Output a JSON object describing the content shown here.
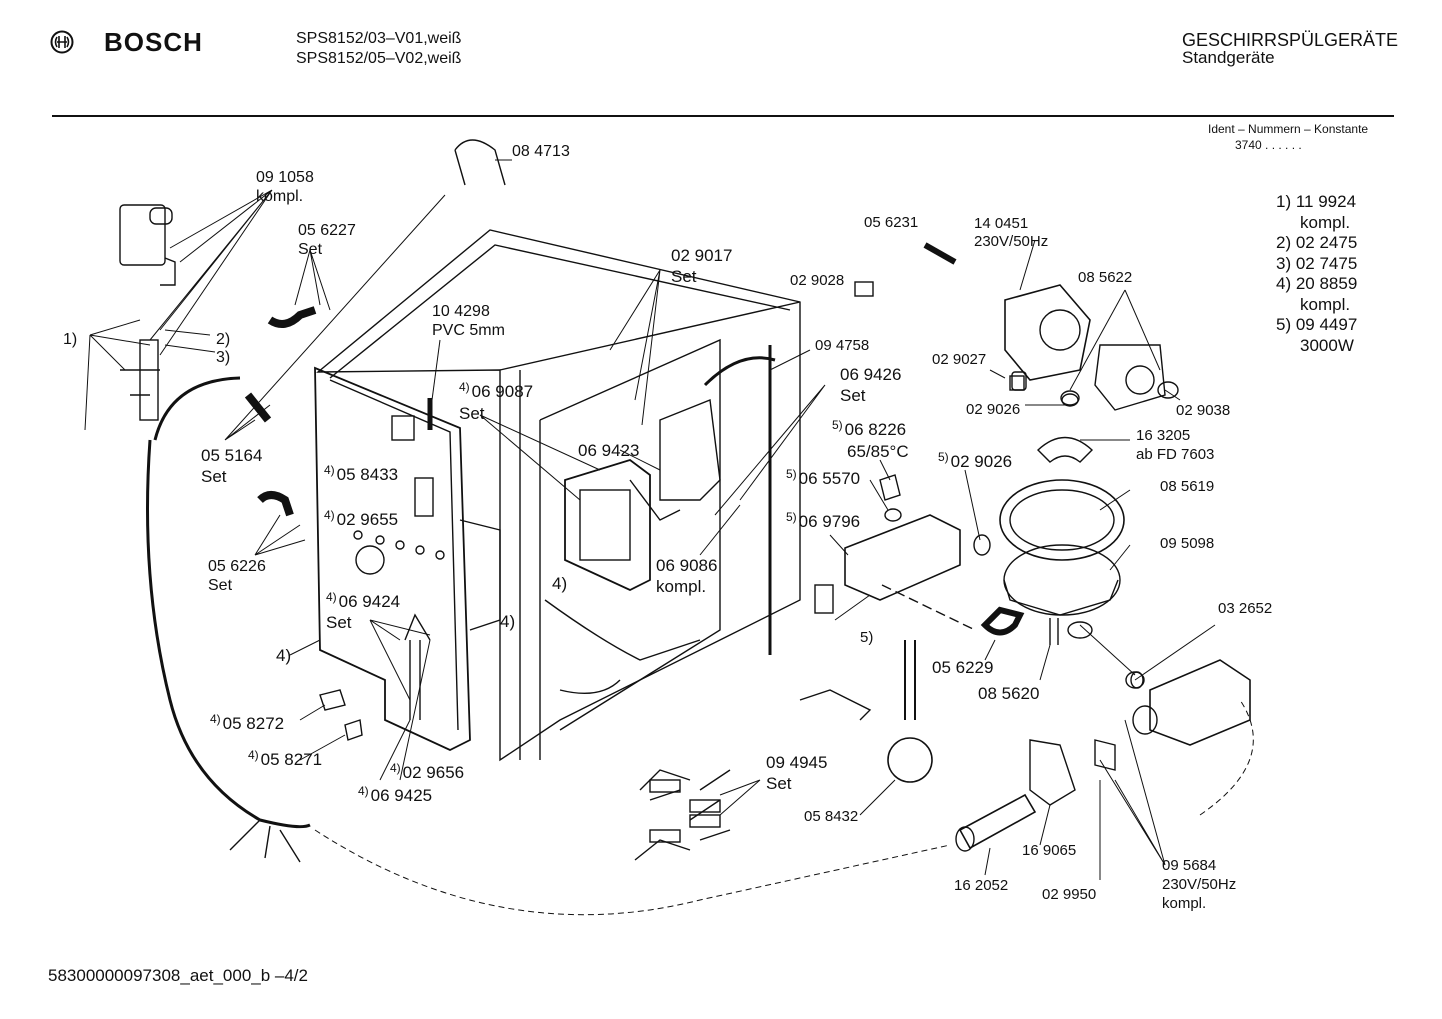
{
  "header": {
    "brand": "BOSCH",
    "models": [
      "SPS8152/03–V01,weiß",
      "SPS8152/05–V02,weiß"
    ],
    "category": "GESCHIRRSPÜLGERÄTE",
    "subcategory": "Standgeräte",
    "ident_label": "Ident – Nummern – Konstante",
    "ident_value": "3740 . .  . . . ."
  },
  "notes": [
    {
      "label": "1) 11 9924",
      "sub": "kompl."
    },
    {
      "label": "2) 02 2475",
      "sub": ""
    },
    {
      "label": "3) 02 7475",
      "sub": ""
    },
    {
      "label": "4) 20 8859",
      "sub": "kompl."
    },
    {
      "label": "5) 09 4497",
      "sub": "3000W"
    }
  ],
  "footer": "58300000097308_aet_000_b –4/2",
  "labels": {
    "p084713": "08 4713",
    "p091058a": "09 1058",
    "p091058b": "kompl.",
    "p056227a": "05 6227",
    "p056227b": "Set",
    "p104298a": "10 4298",
    "p104298b": "PVC 5mm",
    "m1": "1)",
    "m2": "2)",
    "m3": "3)",
    "p055164a": "05 5164",
    "p055164b": "Set",
    "p069087a": "06 9087",
    "p069087b": "Set",
    "p058433": "05 8433",
    "p029655": "02 9655",
    "p056226a": "05 6226",
    "p056226b": "Set",
    "p069424a": "06 9424",
    "p069424b": "Set",
    "m4a": "4)",
    "m4b": "4)",
    "m4c": "4)",
    "p058272": "05 8272",
    "p058271": "05 8271",
    "p029656": "02 9656",
    "p069425": "06 9425",
    "p029017a": "02 9017",
    "p029017b": "Set",
    "p029028": "02 9028",
    "p069423": "06 9423",
    "p094758": "09 4758",
    "p069426a": "06 9426",
    "p069426b": "Set",
    "p069086a": "06 9086",
    "p069086b": "kompl.",
    "p056231": "05 6231",
    "p140451a": "14 0451",
    "p140451b": "230V/50Hz",
    "p085622": "08 5622",
    "p029027": "02 9027",
    "p029026a": "02 9026",
    "p029038": "02 9038",
    "p068226a": "06 8226",
    "p068226b": "65/85°C",
    "p065570": "06 5570",
    "p069796": "06 9796",
    "m5": "5)",
    "p029026b": "02 9026",
    "p163205a": "16 3205",
    "p163205b": "ab FD 7603",
    "p085619": "08 5619",
    "p095098": "09 5098",
    "p032652": "03 2652",
    "p056229": "05 6229",
    "p085620": "08 5620",
    "p094945a": "09 4945",
    "p094945b": "Set",
    "p058432": "05 8432",
    "p169065": "16 9065",
    "p162052": "16 2052",
    "p029950": "02 9950",
    "p095684a": "09 5684",
    "p095684b": "230V/50Hz",
    "p095684c": "kompl.",
    "sup4": "4)",
    "sup5": "5)"
  },
  "icons": [
    "bosch-armature-logo"
  ]
}
